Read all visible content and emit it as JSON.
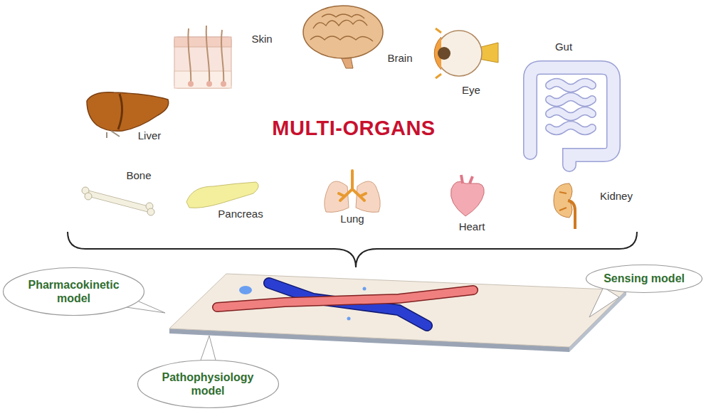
{
  "diagram": {
    "title": "MULTI-ORGANS",
    "nodes": [
      {
        "text": [
          "Pharmacokinetic model"
        ]
      },
      {
        "text": [
          "Sensing model"
        ]
      },
      {
        "text": [
          "Pathophysiology model"
        ]
      }
    ],
    "labels": [
      "Skin",
      "Brain",
      "Eye",
      "Gut",
      "Liver",
      "Bone",
      "Pancreas",
      "Lung",
      "Heart",
      "Kidney"
    ]
  }
}
